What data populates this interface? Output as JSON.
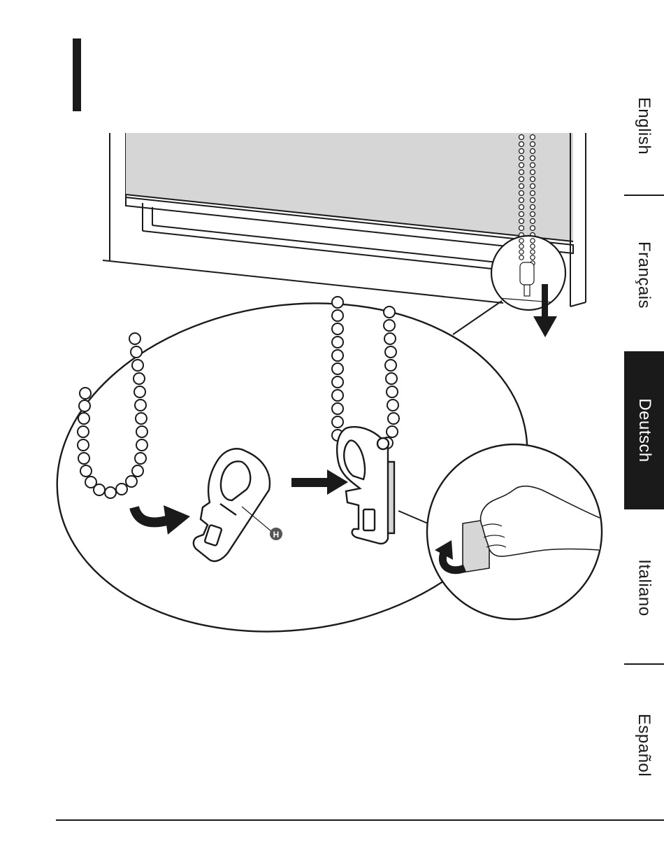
{
  "illustration": {
    "part_callout": "H",
    "icons": [
      "curved-arrow-icon",
      "right-arrow-icon",
      "down-arrow-icon",
      "rotate-arrow-icon"
    ]
  },
  "language_tabs": {
    "items": [
      {
        "label": "English",
        "active": false
      },
      {
        "label": "Français",
        "active": false
      },
      {
        "label": "Deutsch",
        "active": true
      },
      {
        "label": "Italiano",
        "active": false
      },
      {
        "label": "Español",
        "active": false
      }
    ]
  },
  "colors": {
    "ink": "#1a1a1a",
    "blind_fabric": "#d6d6d6",
    "active_tab_bg": "#1a1a1a",
    "active_tab_text": "#ffffff",
    "callout_badge": "#555555"
  }
}
